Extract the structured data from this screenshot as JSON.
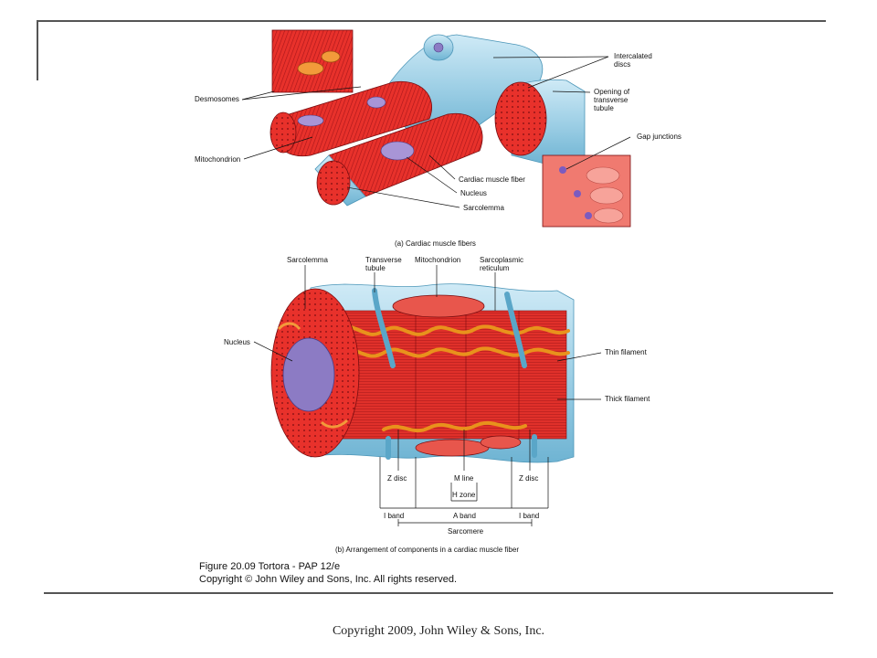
{
  "panel_a": {
    "caption": "(a) Cardiac muscle fibers",
    "labels": {
      "desmosomes": "Desmosomes",
      "mitochondrion": "Mitochondrion",
      "intercalated_discs": "Intercalated discs",
      "opening_ttubule": "Opening of transverse tubule",
      "gap_junctions": "Gap junctions",
      "cardiac_fiber": "Cardiac muscle fiber",
      "nucleus": "Nucleus",
      "sarcolemma": "Sarcolemma"
    }
  },
  "panel_b": {
    "caption": "(b) Arrangement of components in a cardiac muscle fiber",
    "labels": {
      "sarcolemma": "Sarcolemma",
      "ttubule": "Transverse tubule",
      "mitochondrion": "Mitochondrion",
      "sr": "Sarcoplasmic reticulum",
      "nucleus": "Nucleus",
      "thin_filament": "Thin filament",
      "thick_filament": "Thick filament",
      "z_disc_left": "Z disc",
      "m_line": "M line",
      "z_disc_right": "Z disc",
      "h_zone": "H zone",
      "i_band_left": "I band",
      "a_band": "A band",
      "i_band_right": "I band",
      "sarcomere": "Sarcomere"
    }
  },
  "credit": {
    "line1": "Figure 20.09  Tortora - PAP 12/e",
    "line2": "Copyright © John Wiley and Sons, Inc. All rights reserved."
  },
  "footer": "Copyright 2009, John Wiley & Sons, Inc.",
  "colors": {
    "muscle": "#e8312b",
    "muscle_dark": "#b81c1c",
    "sarcolemma": "#9fd0e6",
    "sarcolemma_dark": "#5aa6c8",
    "sr": "#f0a12a",
    "nucleus": "#8c7bc4",
    "rule": "#555555"
  }
}
